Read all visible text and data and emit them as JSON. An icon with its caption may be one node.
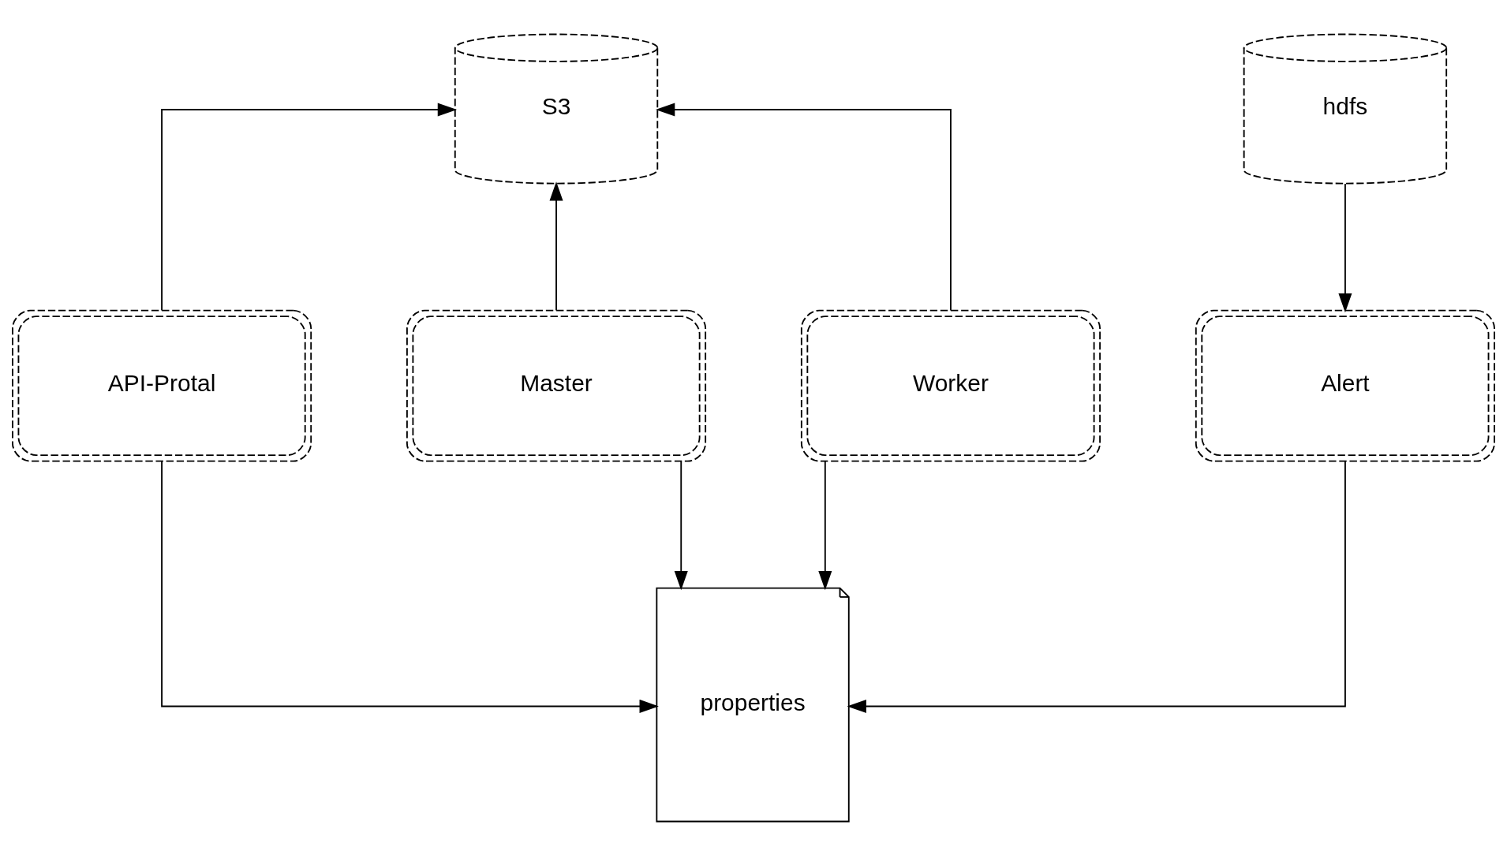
{
  "diagram": {
    "nodes": [
      {
        "text": [
          "S3"
        ]
      },
      {
        "text": [
          "hdfs"
        ]
      },
      {
        "text": [
          "Alert"
        ]
      },
      {
        "text": [
          "API-Protal"
        ]
      },
      {
        "text": [
          "Master"
        ]
      },
      {
        "text": [
          "Worker"
        ]
      },
      {
        "text": [
          "properties"
        ]
      }
    ],
    "edges": [
      {
        "from": 1,
        "to": 2,
        "arrow": "to"
      },
      {
        "from": 3,
        "to": 0,
        "arrow": "to"
      },
      {
        "from": 4,
        "to": 0,
        "arrow": "to"
      },
      {
        "from": 5,
        "to": 0,
        "arrow": "to"
      },
      {
        "from": 2,
        "to": 6,
        "arrow": "to"
      },
      {
        "from": 3,
        "to": 6,
        "arrow": "to"
      },
      {
        "from": 4,
        "to": 6,
        "arrow": "to"
      },
      {
        "from": 5,
        "to": 6,
        "arrow": "to"
      }
    ]
  }
}
